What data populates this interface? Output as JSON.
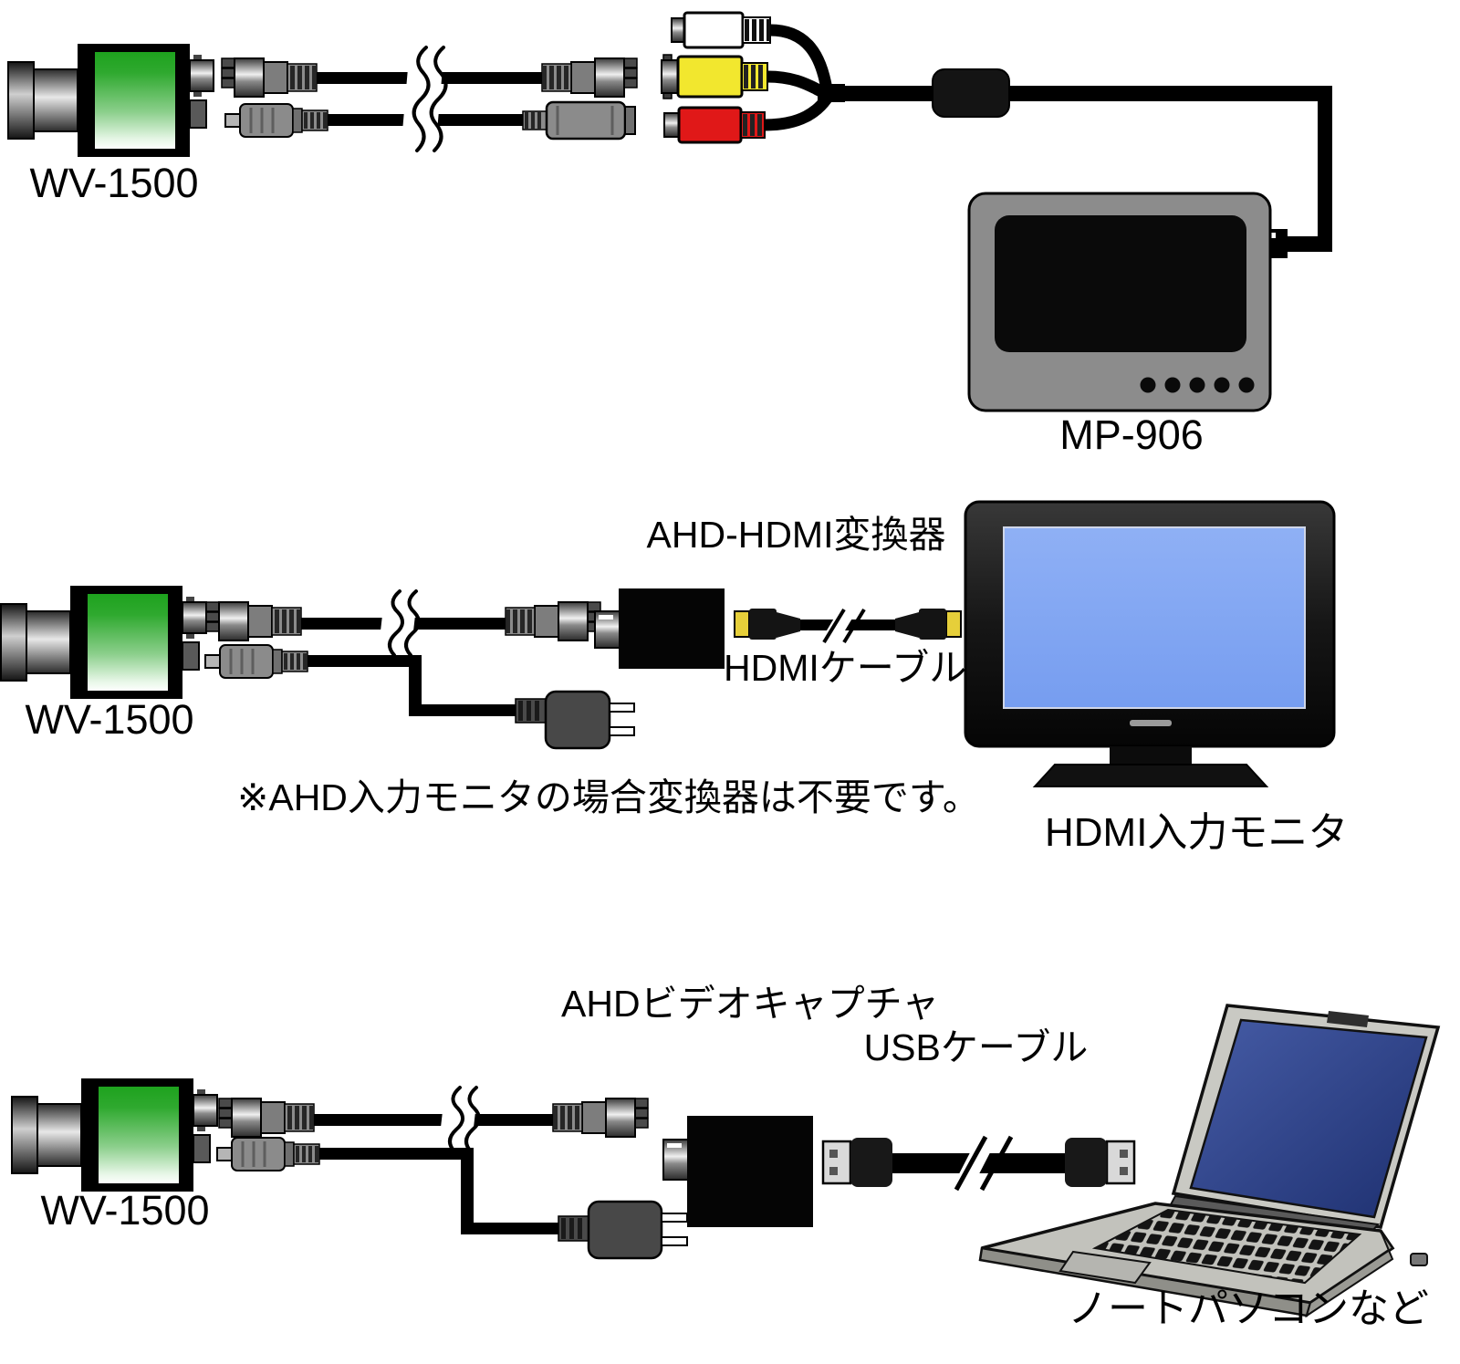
{
  "diagram": {
    "title_hint": "WV-1500 camera connection diagram",
    "rows": [
      {
        "camera": "WV-1500",
        "monitor": "MP-906"
      },
      {
        "camera": "WV-1500",
        "converter": "AHD-HDMI変換器",
        "cable": "HDMIケーブル",
        "monitor": "HDMI入力モニタ",
        "note": "※AHD入力モニタの場合変換器は不要です。"
      },
      {
        "camera": "WV-1500",
        "capture": "AHDビデオキャプチャ",
        "cable": "USBケーブル",
        "computer": "ノートパソコンなど"
      }
    ],
    "colors": {
      "camera_green": "#1fa51f",
      "rca_white": "#ffffff",
      "rca_yellow": "#f2e72e",
      "rca_red": "#e01818",
      "hdmi_plug_yellow": "#e6cf3a",
      "tv_screen_blue": "#7da3f3",
      "laptop_screen_navy": "#31448c",
      "cable_black": "#000000",
      "device_gray": "#8c8c8c"
    }
  }
}
